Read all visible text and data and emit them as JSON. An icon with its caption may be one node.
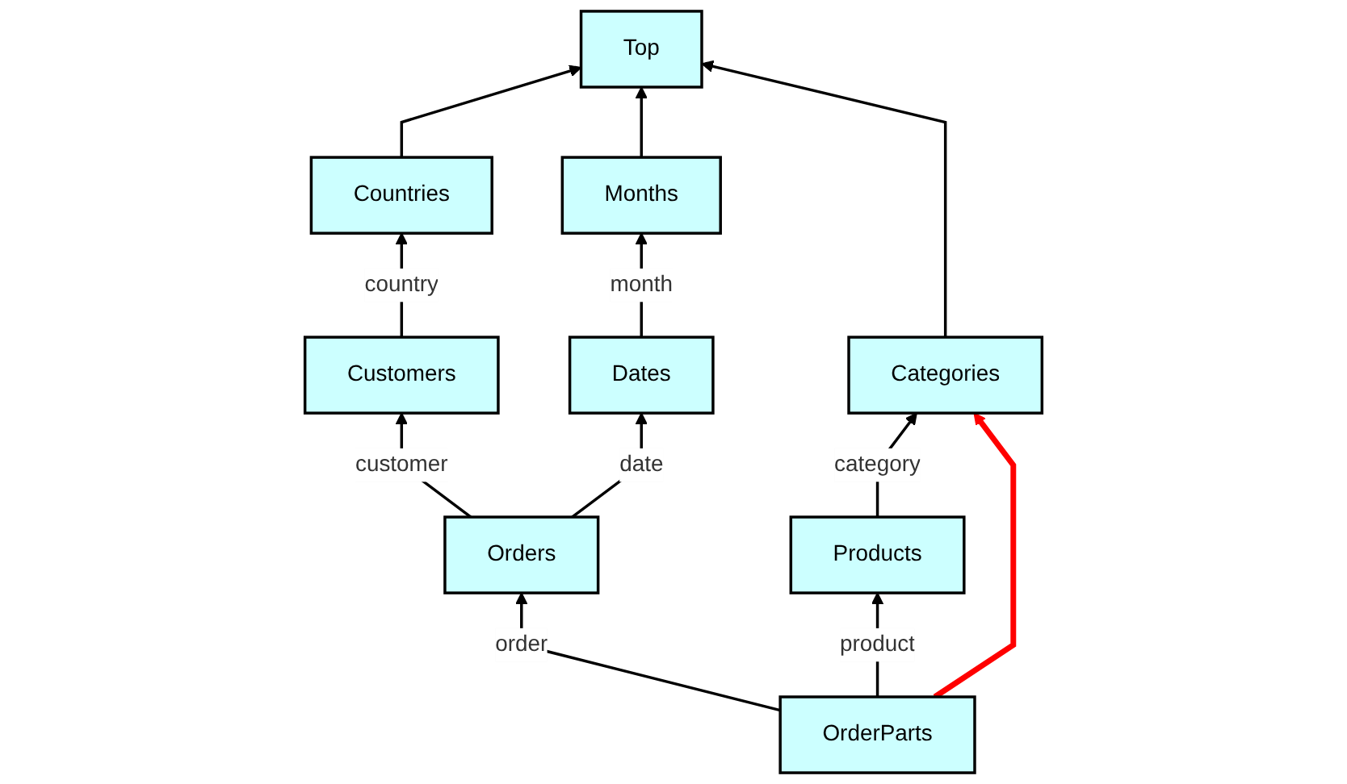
{
  "diagram": {
    "nodes": [
      {
        "text": [
          "Top"
        ]
      },
      {
        "text": [
          "Countries"
        ]
      },
      {
        "text": [
          "Months"
        ]
      },
      {
        "text": [
          "Categories"
        ]
      },
      {
        "text": [
          "Customers"
        ]
      },
      {
        "text": [
          "Dates"
        ]
      },
      {
        "text": [
          "Products"
        ]
      },
      {
        "text": [
          "Orders"
        ]
      },
      {
        "text": [
          "OrderParts"
        ]
      }
    ],
    "edges": [
      {
        "from": 1,
        "to": 0,
        "arrow": "to"
      },
      {
        "from": 2,
        "to": 0,
        "arrow": "to"
      },
      {
        "from": 3,
        "to": 0,
        "arrow": "to"
      },
      {
        "from": 4,
        "to": 1,
        "arrow": "to",
        "label": "country"
      },
      {
        "from": 5,
        "to": 2,
        "arrow": "to",
        "label": "month"
      },
      {
        "from": 6,
        "to": 3,
        "arrow": "to",
        "label": "category"
      },
      {
        "from": 7,
        "to": 4,
        "arrow": "to",
        "label": "customer"
      },
      {
        "from": 7,
        "to": 5,
        "arrow": "to",
        "label": "date"
      },
      {
        "from": 8,
        "to": 7,
        "arrow": "to",
        "label": "order"
      },
      {
        "from": 8,
        "to": 6,
        "arrow": "to",
        "label": "product"
      },
      {
        "from": 8,
        "to": 3,
        "arrow": "to",
        "style": "thick",
        "color": "#ff0000"
      }
    ]
  }
}
